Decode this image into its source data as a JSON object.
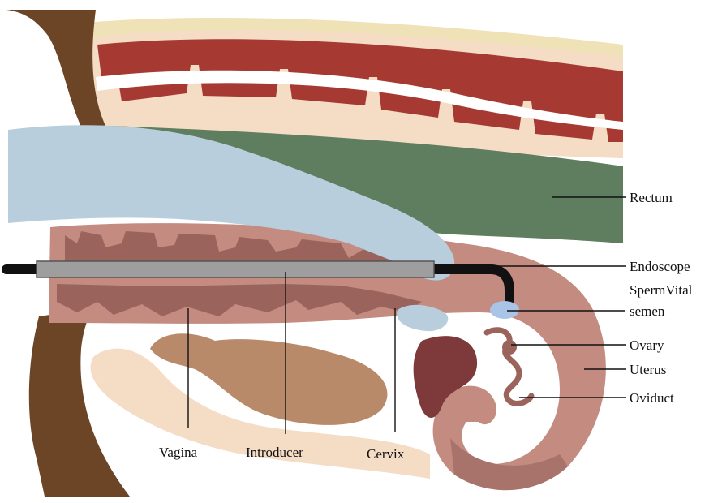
{
  "diagram": {
    "labels": {
      "rectum": "Rectum",
      "endoscope": "Endoscope",
      "semen_line1": "SpermVital",
      "semen_line2": "semen",
      "ovary": "Ovary",
      "uterus": "Uterus",
      "oviduct": "Oviduct",
      "vagina": "Vagina",
      "introducer": "Introducer",
      "cervix": "Cervix"
    },
    "colors": {
      "skin": "#f4dcc5",
      "cream": "#efe2b6",
      "muscle": "#a63a32",
      "spine": "#ffffff",
      "rectum": "#5f7d5f",
      "tract": "#c48b80",
      "tract_dark": "#a8736a",
      "tract_fold": "#9a645c",
      "arm": "#b9cedd",
      "bone": "#6b4526",
      "bladder": "#b98a6a",
      "introducer": "#9e9e9e",
      "endoscope": "#111111",
      "semen": "#aac4e8",
      "ovary": "#7e3a3a"
    }
  }
}
